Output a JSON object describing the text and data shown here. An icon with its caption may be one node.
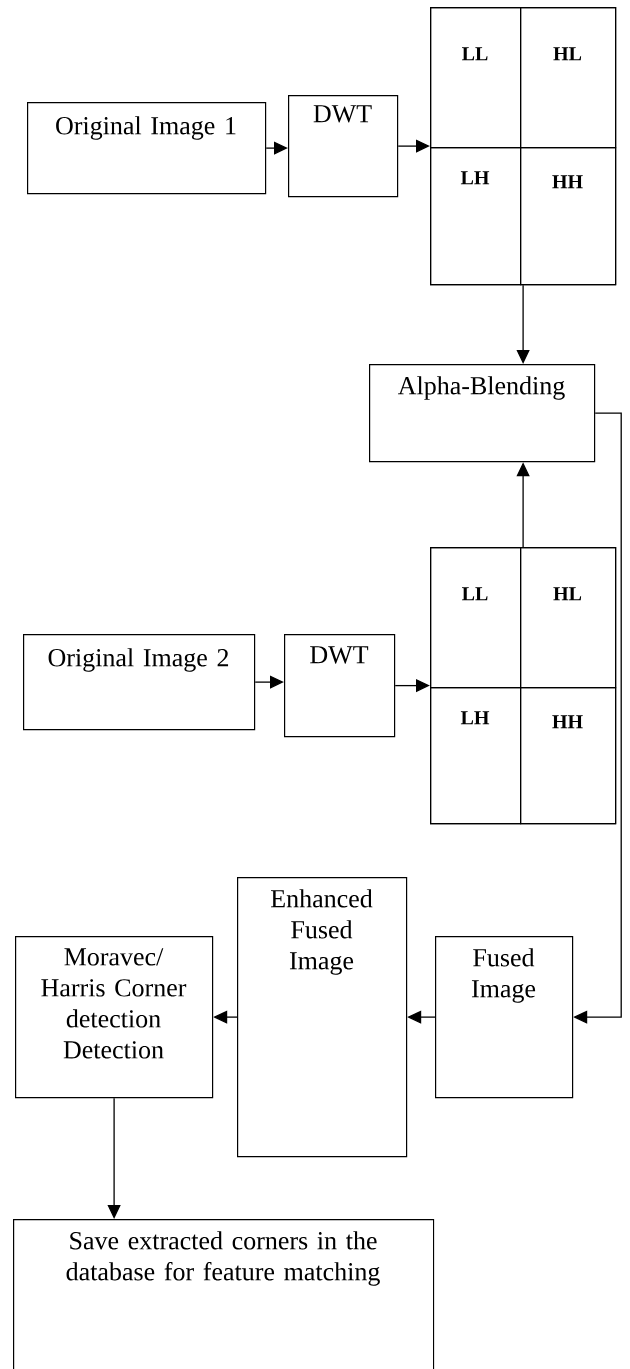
{
  "diagram": {
    "nodes": [
      {
        "text": [
          "Original Image 1"
        ]
      },
      {
        "text": [
          "DWT"
        ]
      },
      {
        "text": [],
        "shape": "box"
      },
      {
        "text": [
          "LL"
        ],
        "in": 2
      },
      {
        "text": [
          "HL"
        ],
        "in": 2
      },
      {
        "text": [
          "LH"
        ],
        "in": 2
      },
      {
        "text": [
          "HH"
        ],
        "in": 2
      },
      {
        "text": [
          "Alpha-Blending"
        ]
      },
      {
        "text": [
          "Original Image 2"
        ]
      },
      {
        "text": [
          "DWT"
        ]
      },
      {
        "text": [],
        "shape": "box"
      },
      {
        "text": [
          "LL"
        ],
        "in": 10
      },
      {
        "text": [
          "HL"
        ],
        "in": 10
      },
      {
        "text": [
          "LH"
        ],
        "in": 10
      },
      {
        "text": [
          "HH"
        ],
        "in": 10
      },
      {
        "text": [
          "Enhanced Fused Image"
        ]
      },
      {
        "text": [
          "Fused Image"
        ]
      },
      {
        "text": [
          "Moravec/ Harris Corner detection Detection"
        ]
      },
      {
        "text": [
          "Save extracted corners in the database for feature matching"
        ]
      }
    ],
    "edges": [
      {
        "from": 0,
        "to": 1,
        "arrow": "to"
      },
      {
        "from": 1,
        "to": 2,
        "arrow": "to"
      },
      {
        "from": 2,
        "to": 7,
        "arrow": "to"
      },
      {
        "from": 10,
        "to": 7,
        "arrow": "to"
      },
      {
        "from": 8,
        "to": 9,
        "arrow": "to"
      },
      {
        "from": 9,
        "to": 10,
        "arrow": "to"
      },
      {
        "from": 7,
        "to": 16,
        "arrow": "to"
      },
      {
        "from": 16,
        "to": 15,
        "arrow": "to"
      },
      {
        "from": 15,
        "to": 17,
        "arrow": "to"
      },
      {
        "from": 17,
        "to": 18,
        "arrow": "to"
      }
    ]
  }
}
